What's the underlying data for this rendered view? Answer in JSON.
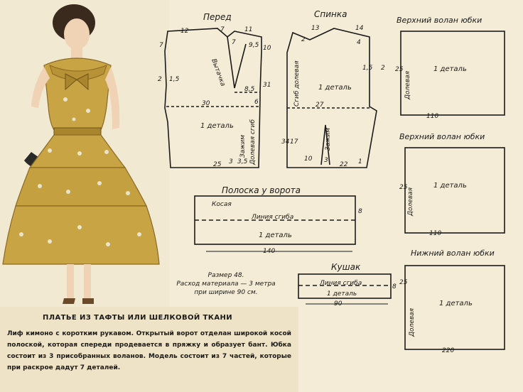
{
  "pieces": {
    "front": {
      "title": "Перед",
      "dart_label": "Вытачка",
      "part_label": "1 деталь",
      "grain_label": "Долевая сгиб",
      "gather_label": "Зажим"
    },
    "back": {
      "title": "Спинка",
      "fold_label": "Сгиб долевая",
      "part_label": "1 деталь",
      "gather_label": "Зажим"
    },
    "upper_flounce_1": {
      "title": "Верхний волан юбки",
      "grain_label": "Долевая",
      "part_label": "1 деталь"
    },
    "upper_flounce_2": {
      "title": "Верхний волан юбки",
      "grain_label": "Долевая",
      "part_label": "1 деталь"
    },
    "lower_flounce": {
      "title": "Нижний волан юбки",
      "grain_label": "Долевая",
      "part_label": "1 деталь"
    },
    "collar_strip": {
      "title": "Полоска у ворота",
      "bias_label": "Косая",
      "fold_label": "Линия сгиба",
      "part_label": "1 деталь"
    },
    "sash": {
      "title": "Кушак",
      "fold_label": "Линия сгиба",
      "part_label": "1 деталь"
    }
  },
  "measurements": {
    "front": {
      "neck": "12",
      "shoulder_a": "7",
      "shoulder_b": "11",
      "top_right": "7",
      "armhole_a": "9,5",
      "armhole_b": "10",
      "left_top": "7",
      "left_mid": "2",
      "left_small": "1,5",
      "width": "30",
      "right_a": "8,5",
      "right_b": "31",
      "right_c": "6",
      "bottom_a": "25",
      "bottom_b": "3",
      "bottom_c": "3,5"
    },
    "back": {
      "neck_a": "13",
      "neck_b": "2",
      "top_right": "14",
      "shoulder": "4",
      "armhole_a": "2",
      "armhole_b": "1,5",
      "width": "27",
      "left_a": "34",
      "left_b": "17",
      "bottom_a": "10",
      "bottom_b": "3",
      "bottom_c": "22",
      "bottom_d": "1"
    },
    "upper_flounce_1": {
      "height": "25",
      "width": "110"
    },
    "upper_flounce_2": {
      "height": "25",
      "width": "110"
    },
    "lower_flounce": {
      "height": "25",
      "width": "220"
    },
    "collar_strip": {
      "height": "8",
      "width": "140"
    },
    "sash": {
      "height": "8",
      "width": "90"
    }
  },
  "size_note": {
    "line1": "Размер 48.",
    "line2": "Расход материала — 3 метра",
    "line3": "при ширине 90 см."
  },
  "caption": {
    "title": "ПЛАТЬЕ ИЗ ТАФТЫ ИЛИ ШЕЛКОВОЙ ТКАНИ",
    "text": "Лиф кимоно с коротким рукавом. Открытый ворот отделан широкой косой полоской, которая спереди продевается в пряжку и образует бант. Юбка состоит из 3 присобранных воланов. Модель состоит из 7 частей, которые при раскрое дадут 7 деталей."
  },
  "colors": {
    "dress": "#c9a445",
    "dress_dark": "#8a6a22",
    "ink": "#1a1a1a",
    "paper": "#f4ecd6"
  }
}
